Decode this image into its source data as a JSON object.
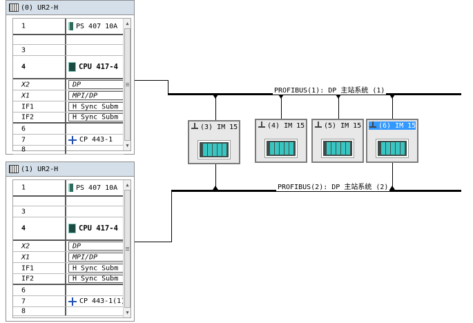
{
  "racks": [
    {
      "title": "(0) UR2-H",
      "rows": [
        {
          "slot": "1",
          "module": "PS 407 10A",
          "icon": "power-supply-icon"
        },
        {
          "slot": "",
          "module": ""
        },
        {
          "slot": "3",
          "module": ""
        },
        {
          "slot": "4",
          "module": "CPU 417-4",
          "icon": "cpu-icon"
        },
        {
          "slot": "X2",
          "module": "DP",
          "sub": true
        },
        {
          "slot": "X1",
          "module": "MPI/DP",
          "sub": true
        },
        {
          "slot": "IF1",
          "module": "H Sync Subm",
          "sub": true
        },
        {
          "slot": "IF2",
          "module": "H Sync Subm",
          "sub": true
        },
        {
          "slot": "6",
          "module": ""
        },
        {
          "slot": "7",
          "module": "CP 443-1",
          "icon": "network-cp-icon"
        },
        {
          "slot": "8",
          "module": ""
        }
      ]
    },
    {
      "title": "(1) UR2-H",
      "rows": [
        {
          "slot": "1",
          "module": "PS 407 10A",
          "icon": "power-supply-icon"
        },
        {
          "slot": "",
          "module": ""
        },
        {
          "slot": "3",
          "module": ""
        },
        {
          "slot": "4",
          "module": "CPU 417-4",
          "icon": "cpu-icon"
        },
        {
          "slot": "X2",
          "module": "DP",
          "sub": true
        },
        {
          "slot": "X1",
          "module": "MPI/DP",
          "sub": true
        },
        {
          "slot": "IF1",
          "module": "H Sync Subm",
          "sub": true
        },
        {
          "slot": "IF2",
          "module": "H Sync Subm",
          "sub": true
        },
        {
          "slot": "6",
          "module": ""
        },
        {
          "slot": "7",
          "module": "CP 443-1(1)",
          "icon": "network-cp-icon"
        },
        {
          "slot": "8",
          "module": ""
        }
      ]
    }
  ],
  "buses": [
    {
      "label": "PROFIBUS(1): DP 主站系统 (1)"
    },
    {
      "label": "PROFIBUS(2): DP 主站系统 (2)"
    }
  ],
  "slaves": [
    {
      "label": "(3) IM 15",
      "selected": false
    },
    {
      "label": "(4) IM 15",
      "selected": false
    },
    {
      "label": "(5) IM 15",
      "selected": false
    },
    {
      "label": "(6) IM 15",
      "selected": true
    }
  ],
  "colors": {
    "selection": "#3399ff",
    "module_card": "#39c6c2"
  }
}
